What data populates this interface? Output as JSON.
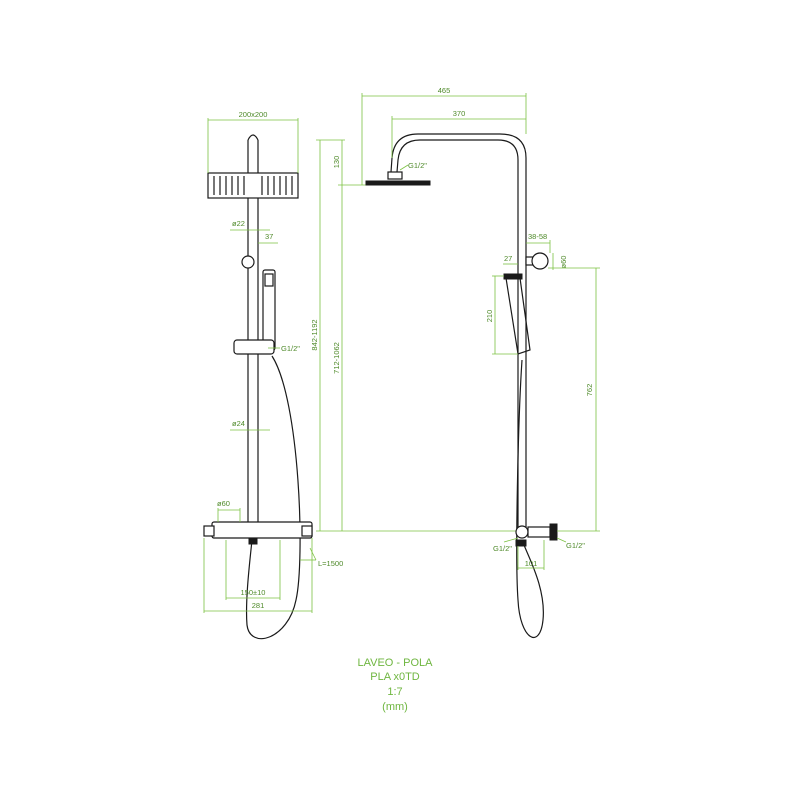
{
  "dimensions": {
    "head_size": "200x200",
    "rail_dia_top": "ø22",
    "arm_offset": "37",
    "holder_thread": "G1/2\"",
    "rail_dia_low": "ø24",
    "valve_dia_front": "ø60",
    "hose_length": "L=1500",
    "centers": "150±10",
    "valve_width": "281",
    "total_height": "842-1192",
    "adj_height": "712-1062",
    "head_drop": "130",
    "reach_total": "465",
    "reach_arm": "370",
    "head_thread": "G1/2\"",
    "wall_dist": "38-58",
    "handset_offset": "27",
    "valve_dia_side": "ø60",
    "handset_len": "210",
    "bracket_height": "762",
    "inlet_left": "G1/2\"",
    "inlet_right": "G1/2\"",
    "valve_depth": "101"
  },
  "title_block": {
    "line1": "LAVEO - POLA",
    "line2": "PLA x0TD",
    "line3": "1:7",
    "line4": "(mm)"
  },
  "colors": {
    "dimension": "#7cc242",
    "part": "#1a1a1a"
  }
}
